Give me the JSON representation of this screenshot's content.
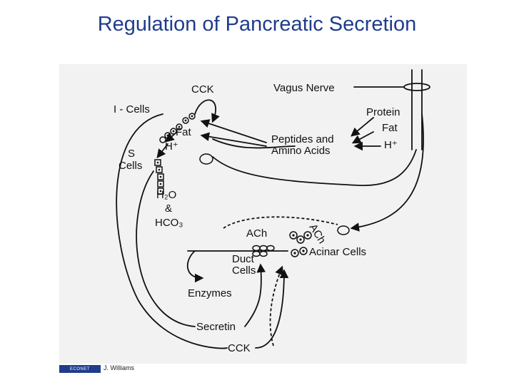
{
  "slide": {
    "title": "Regulation of Pancreatic Secretion"
  },
  "diagram": {
    "labels": {
      "cck_top": "CCK",
      "vagus_nerve": "Vagus Nerve",
      "i_cells": "I - Cells",
      "protein": "Protein",
      "fat_right": "Fat",
      "h_plus_right": "H⁺",
      "fat_center": "Fat",
      "h_plus_center": "H⁺",
      "peptides_line1": "Peptides and",
      "peptides_line2": "Amino Acids",
      "s_cells_line1": "S",
      "s_cells_line2": "Cells",
      "h2o": "H₂O",
      "ampersand": "&",
      "hco3": "HCO₃",
      "ach_left": "ACh",
      "ach_right": "ACh",
      "duct_cells_line1": "Duct",
      "duct_cells_line2": "Cells",
      "acinar_cells": "Acinar Cells",
      "enzymes": "Enzymes",
      "secretin": "Secretin",
      "cck_bottom": "CCK"
    }
  },
  "footer": {
    "logo_text": "ECONET",
    "author": "J. Williams"
  },
  "colors": {
    "title": "#1f3d8c",
    "frame_bg": "#f2f2f2",
    "ink": "#111111"
  }
}
